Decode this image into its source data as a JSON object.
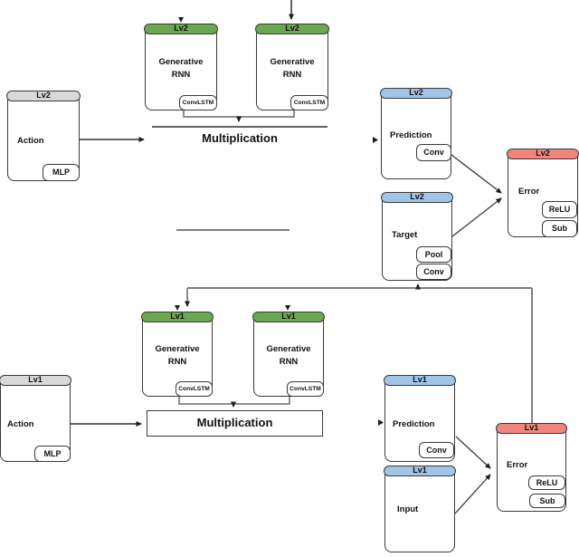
{
  "diagram": {
    "description": "Hierarchical predictive-coding network diagram with Lv2 (top) and Lv1 (bottom) stages",
    "colors": {
      "rnn_header_green": "#6aa84f",
      "signal_header_blue": "#9fc5e8",
      "error_header_red": "#f0857c",
      "action_header_gray": "#d9d9d9",
      "bus_line_gray": "#7f7f7f",
      "connector_dark": "#2e2e2e",
      "box_border": "#3a3a3a"
    },
    "nodes": {
      "action_lv2": {
        "badge": "Lv2",
        "title": "Action",
        "subs": [
          "MLP"
        ]
      },
      "gen_rnn_lv2_left": {
        "badge": "Lv2",
        "title": "Generative RNN",
        "subs": [
          "ConvLSTM"
        ]
      },
      "gen_rnn_lv2_right": {
        "badge": "Lv2",
        "title": "Generative RNN",
        "subs": [
          "ConvLSTM"
        ]
      },
      "prediction_lv2": {
        "badge": "Lv2",
        "title": "Prediction",
        "subs": [
          "Conv"
        ]
      },
      "target_lv2": {
        "badge": "Lv2",
        "title": "Target",
        "subs": [
          "Pool",
          "Conv"
        ]
      },
      "error_lv2": {
        "badge": "Lv2",
        "title": "Error",
        "subs": [
          "ReLU",
          "Sub"
        ]
      },
      "multiplication_lv2": {
        "title": "Multiplication"
      },
      "action_lv1": {
        "badge": "Lv1",
        "title": "Action",
        "subs": [
          "MLP"
        ]
      },
      "gen_rnn_lv1_left": {
        "badge": "Lv1",
        "title": "Generative RNN",
        "subs": [
          "ConvLSTM"
        ]
      },
      "gen_rnn_lv1_right": {
        "badge": "Lv1",
        "title": "Generative RNN",
        "subs": [
          "ConvLSTM"
        ]
      },
      "multiplication_lv1": {
        "title": "Multiplication"
      },
      "prediction_lv1": {
        "badge": "Lv1",
        "title": "Prediction",
        "subs": [
          "Conv"
        ]
      },
      "input_lv1": {
        "badge": "Lv1",
        "title": "Input",
        "subs": []
      },
      "error_lv1": {
        "badge": "Lv1",
        "title": "Error",
        "subs": [
          "ReLU",
          "Sub"
        ]
      }
    }
  }
}
